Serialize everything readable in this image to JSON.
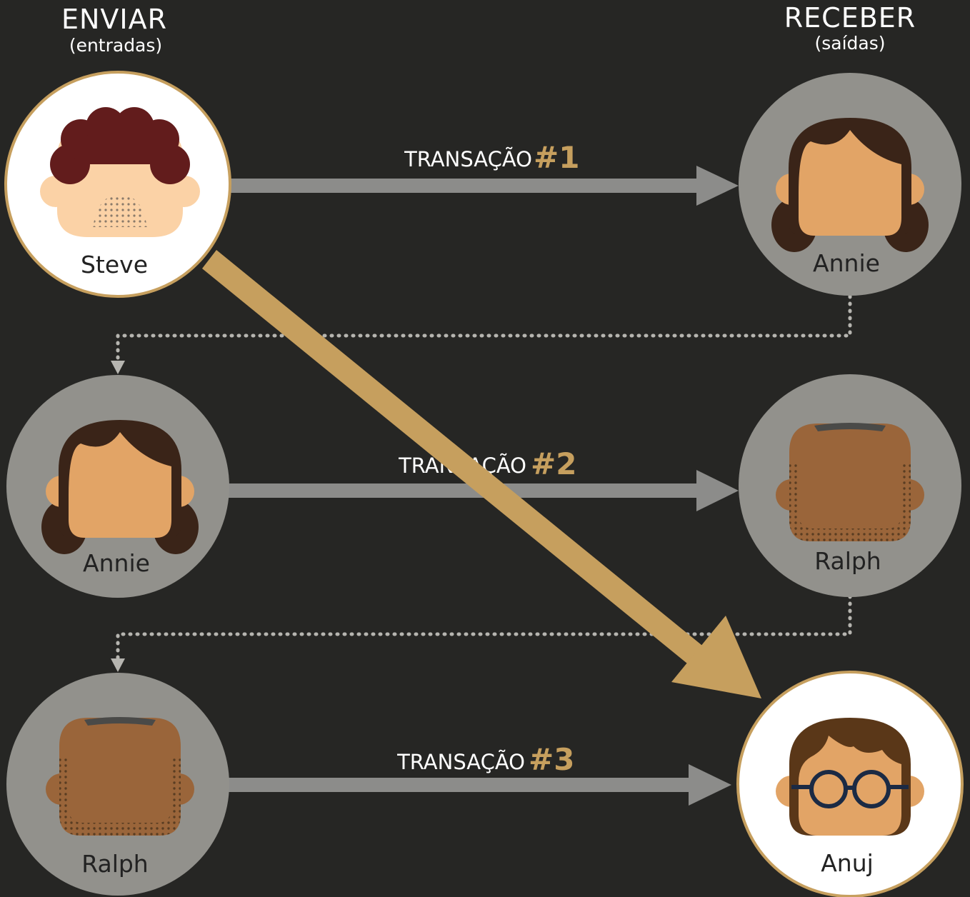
{
  "headers": {
    "send_title": "ENVIAR",
    "send_sub": "(entradas)",
    "receive_title": "RECEBER",
    "receive_sub": "(saídas)"
  },
  "transactions": [
    {
      "label": "TRANSAÇÃO",
      "number": "#1"
    },
    {
      "label": "TRANSAÇÃO",
      "number": "#2"
    },
    {
      "label": "TRANSAÇÃO",
      "number": "#3"
    }
  ],
  "people": {
    "steve": "Steve",
    "annie": "Annie",
    "ralph": "Ralph",
    "anuj": "Anuj"
  },
  "colors": {
    "background": "#262624",
    "gold": "#c69f5e",
    "gray_circle": "#92918c",
    "arrow_gray": "#8c8c8a",
    "highlight_circle": "#ffffff"
  },
  "icons": [
    "avatar-steve-icon",
    "avatar-annie-icon",
    "avatar-ralph-icon",
    "avatar-anuj-icon"
  ]
}
